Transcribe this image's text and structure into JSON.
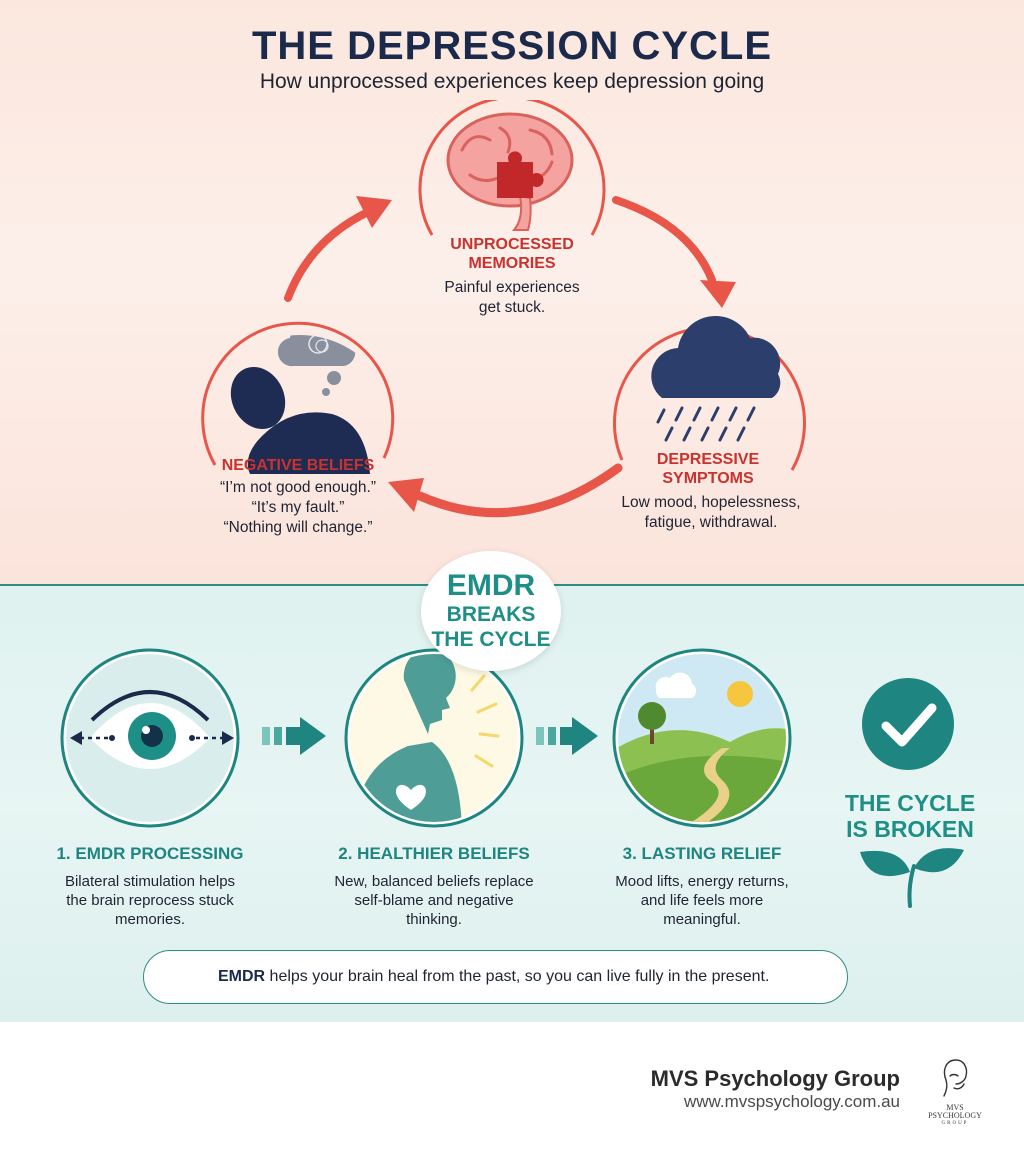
{
  "header": {
    "title": "THE DEPRESSION CYCLE",
    "subtitle": "How unprocessed experiences keep depression going"
  },
  "cycle": {
    "top": {
      "title_line1": "UNPROCESSED",
      "title_line2": "MEMORIES",
      "desc_line1": "Painful experiences",
      "desc_line2": "get stuck."
    },
    "right": {
      "title_line1": "DEPRESSIVE",
      "title_line2": "SYMPTOMS",
      "desc_line1": "Low mood, hopelessness,",
      "desc_line2": "fatigue, withdrawal."
    },
    "left": {
      "title_line1": "NEGATIVE BELIEFS",
      "desc_line1": "“I’m not good enough.”",
      "desc_line2": "“It’s my fault.”",
      "desc_line3": "“Nothing will change.”"
    }
  },
  "badge": {
    "line1": "EMDR",
    "line2": "BREAKS",
    "line3": "THE CYCLE"
  },
  "steps": [
    {
      "title": "1. EMDR PROCESSING",
      "desc_line1": "Bilateral stimulation helps",
      "desc_line2": "the brain reprocess stuck",
      "desc_line3": "memories."
    },
    {
      "title": "2. HEALTHIER BELIEFS",
      "desc_line1": "New, balanced beliefs replace",
      "desc_line2": "self-blame and negative",
      "desc_line3": "thinking."
    },
    {
      "title": "3. LASTING RELIEF",
      "desc_line1": "Mood lifts, energy returns,",
      "desc_line2": "and life feels more",
      "desc_line3": "meaningful."
    }
  ],
  "result": {
    "line1": "THE CYCLE",
    "line2": "IS BROKEN"
  },
  "tagline": {
    "bold": "EMDR",
    "rest": " helps your brain heal from the past, so you can live fully in the present."
  },
  "footer": {
    "brand": "MVS Psychology Group",
    "url": "www.mvspsychology.com.au",
    "logo_line1": "MVS",
    "logo_line2": "PSYCHOLOGY",
    "logo_line3": "GROUP"
  },
  "colors": {
    "cycle_red": "#e8564a",
    "title_red": "#c8322f",
    "teal": "#1e8f86",
    "navy": "#1b2a4a"
  },
  "icons": [
    "brain-puzzle-icon",
    "rain-cloud-icon",
    "sad-person-icon",
    "eye-icon",
    "person-heart-icon",
    "landscape-icon",
    "checkmark-icon",
    "leaf-icon",
    "heart-icon"
  ]
}
